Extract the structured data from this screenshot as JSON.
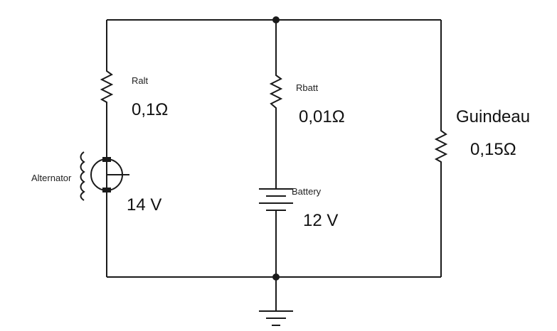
{
  "diagram": {
    "alternator": {
      "label": "Alternator",
      "resistor_label": "Ralt",
      "resistance": "0,1Ω",
      "voltage": "14 V"
    },
    "battery": {
      "label": "Battery",
      "resistor_label": "Rbatt",
      "resistance": "0,01Ω",
      "voltage": "12 V"
    },
    "load": {
      "label": "Guindeau",
      "resistance": "0,15Ω"
    }
  }
}
